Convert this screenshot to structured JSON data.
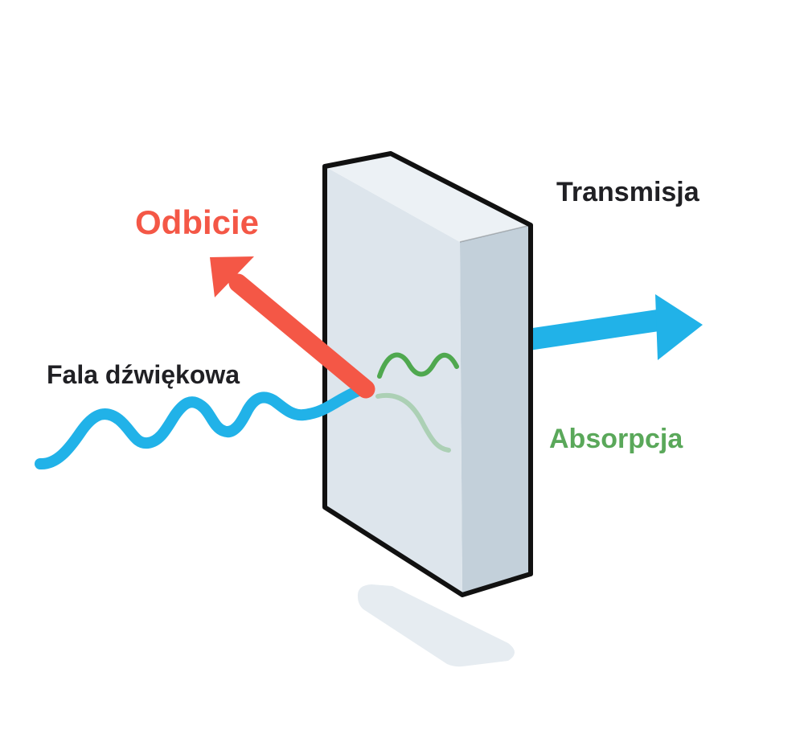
{
  "labels": {
    "reflection": "Odbicie",
    "transmission": "Transmisja",
    "sound_wave": "Fala dźwiękowa",
    "absorption": "Absorpcja"
  },
  "colors": {
    "reflection": "#f45746",
    "transmission": "#202024",
    "sound_wave": "#202024",
    "absorption": "#5aa85a",
    "wave_stroke": "#21b2e8",
    "absorbed_wave": "#4fa84f",
    "panel_front": "#dde5ec",
    "panel_side": "#c3d0da",
    "panel_outline": "#111111",
    "shadow": "#e6ecf1"
  }
}
